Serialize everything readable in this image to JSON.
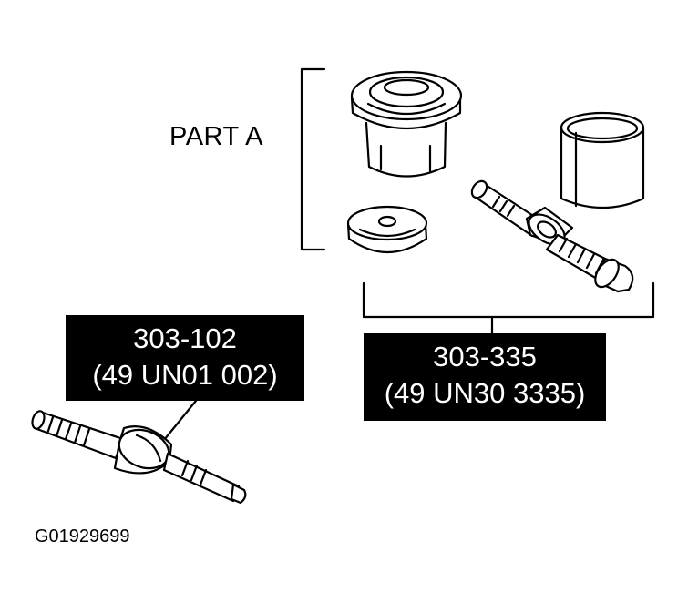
{
  "part_a": {
    "label": "PART A"
  },
  "tool_left": {
    "number": "303-102",
    "code": "(49 UN01 002)"
  },
  "tool_right": {
    "number": "303-335",
    "code": "(49 UN30 3335)"
  },
  "figure": {
    "id": "G01929699"
  },
  "colors": {
    "ink": "#000000",
    "paper": "#ffffff"
  },
  "icons": [
    "cup-adapter-icon",
    "flat-washer-icon",
    "sleeve-cylinder-icon",
    "forcing-screw-icon",
    "threaded-rod-icon"
  ]
}
